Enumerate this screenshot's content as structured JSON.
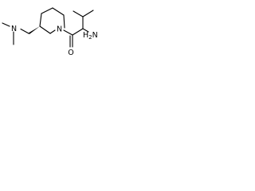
{
  "molecule": {
    "atoms": {
      "dimethylamino_n": "N",
      "piperidine_n": "N",
      "carbonyl_o": "O",
      "amine_n": "N",
      "amine_h": "H",
      "amine_h_count": "2"
    },
    "stereo": "wedge"
  }
}
